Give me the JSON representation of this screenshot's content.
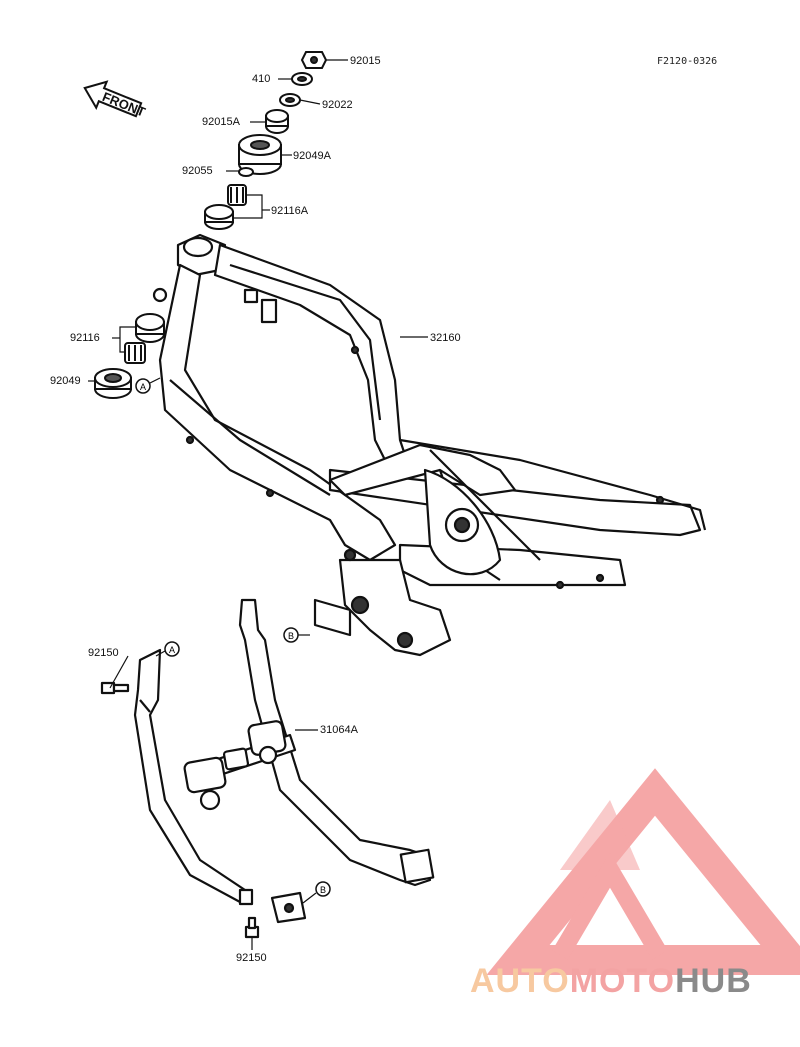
{
  "diagram": {
    "code": "F2120-0326",
    "front_label": "FRONT",
    "callouts": {
      "A": "A",
      "B": "B"
    },
    "labels": {
      "p92015": "92015",
      "p410": "410",
      "p92022": "92022",
      "p92015A": "92015A",
      "p92049A": "92049A",
      "p92055": "92055",
      "p92116A": "92116A",
      "p92116": "92116",
      "p92049": "92049",
      "p32160": "32160",
      "p92150_top": "92150",
      "p31064A": "31064A",
      "p92150_bottom": "92150"
    }
  },
  "watermark": {
    "part1": "AUTO",
    "part2": "MOTO",
    "part3": "HUB",
    "colors": {
      "auto": "#f7c9a0",
      "moto": "#f3a3a3",
      "hub": "#8a8a8a",
      "logo": "#f28a8a"
    }
  }
}
